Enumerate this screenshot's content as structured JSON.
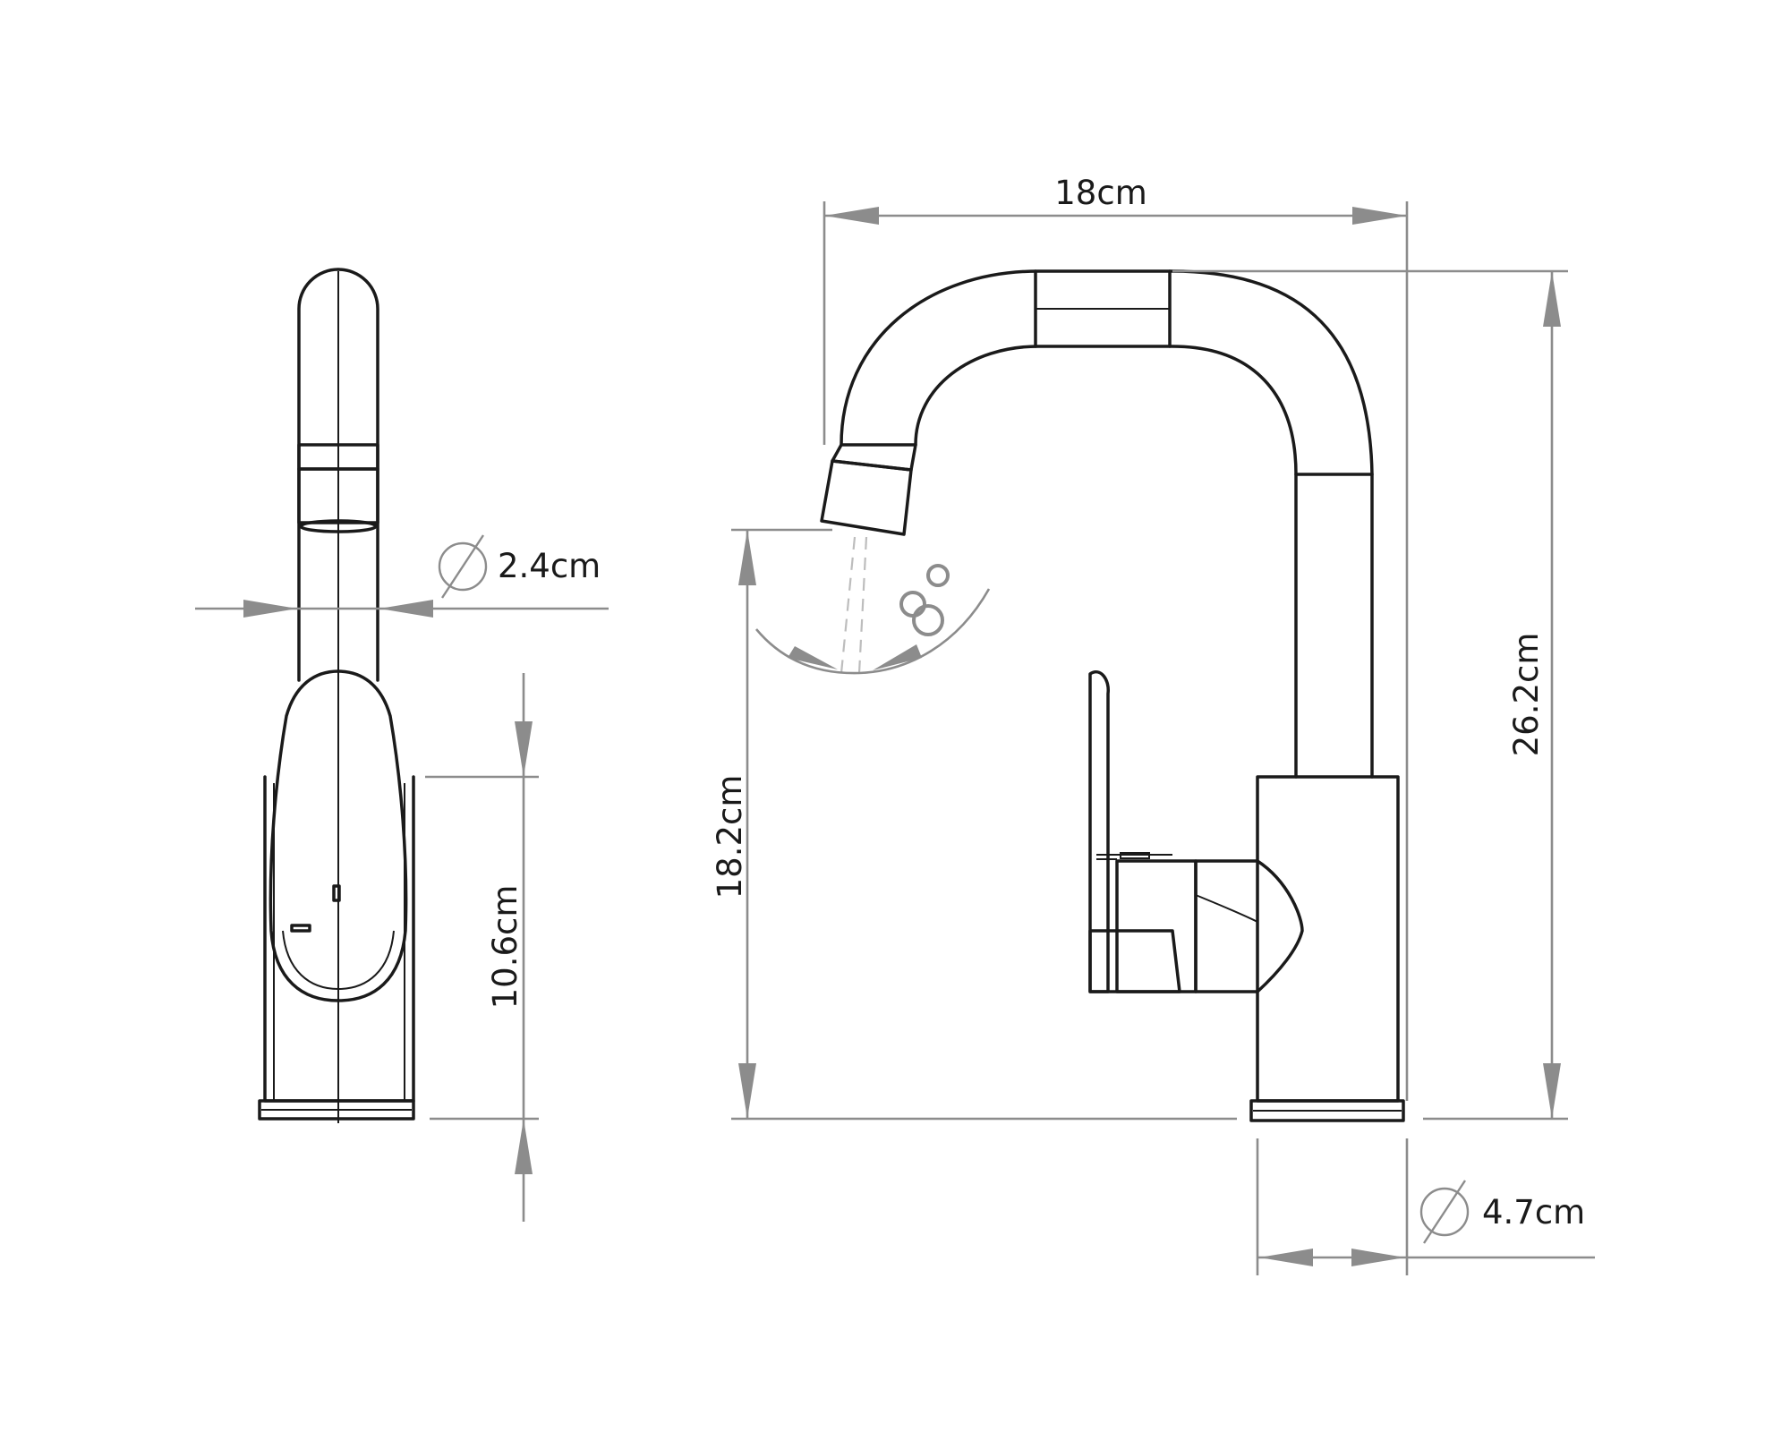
{
  "dimensions": {
    "width_total": "18cm",
    "height_total": "26.2cm",
    "spout_height": "18.2cm",
    "base_height": "10.6cm",
    "spout_diameter": "2.4cm",
    "base_diameter": "4.7cm"
  },
  "colors": {
    "outline": "#1a1a1a",
    "dimension_line": "#8c8c8c",
    "water_spray": "#bdbdbd"
  },
  "icons": {
    "diameter_symbol": "diameter-icon"
  }
}
